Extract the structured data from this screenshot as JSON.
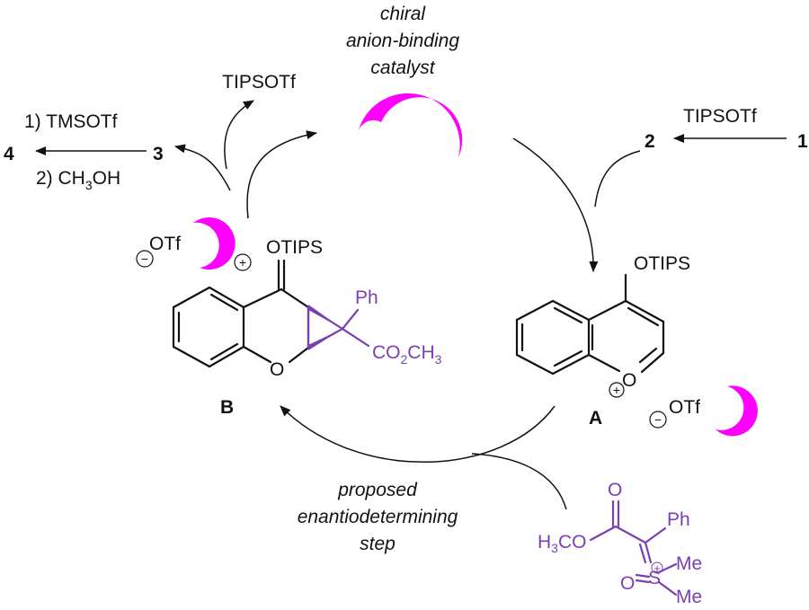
{
  "catalyst": {
    "line1": "chiral",
    "line2": "anion-binding",
    "line3": "catalyst",
    "color": "#ff00ff"
  },
  "reagents": {
    "tipsotf_top": "TIPSOTf",
    "tipsotf_right": "TIPSOTf",
    "step1": "1) TMSOTf",
    "step2_prefix": "2) CH",
    "step2_sub": "3",
    "step2_suffix": "OH"
  },
  "compounds": {
    "c1": "1",
    "c2": "2",
    "c3": "3",
    "c4": "4",
    "A": "A",
    "B": "B"
  },
  "labels": {
    "otips_B": "OTIPS",
    "otips_A": "OTIPS",
    "otf": "OTf",
    "oxygen": "O",
    "ph": "Ph",
    "ester_prefix": "CO",
    "ester_sub": "2",
    "ester_suffix": "CH",
    "ester_sub2": "3",
    "minus": "−",
    "plus": "+"
  },
  "ylide": {
    "h3c_prefix": "H",
    "h3c_sub": "3",
    "h3c_suffix": "CO",
    "o_top": "O",
    "ph": "Ph",
    "s": "S",
    "o_s": "O",
    "me1": "Me",
    "me2": "Me",
    "color": "#7b3fb3"
  },
  "step_note": {
    "line1": "proposed",
    "line2": "enantiodetermining",
    "line3": "step"
  }
}
